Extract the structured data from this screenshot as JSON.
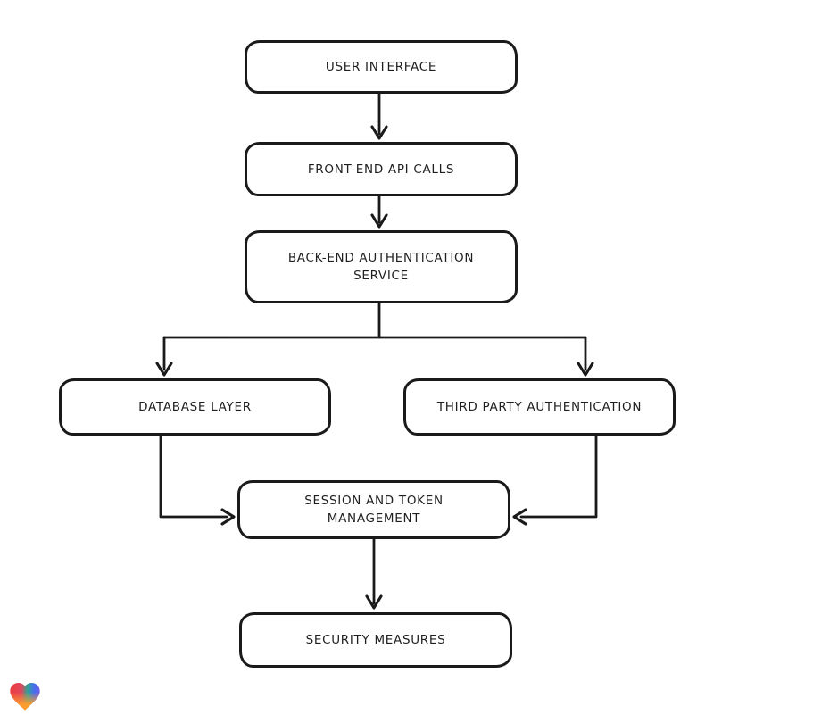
{
  "colors": {
    "bg": "#ffffff",
    "stroke": "#1a1a1a",
    "node-fill": "#ffffff",
    "text": "#1f1f1f"
  },
  "diagram": {
    "type": "flowchart",
    "nodes": [
      {
        "id": "user-interface",
        "label": "USER INTERFACE"
      },
      {
        "id": "front-end-api-calls",
        "label": "FRONT-END API CALLS"
      },
      {
        "id": "back-end-authentication-service",
        "label": "BACK-END AUTHENTICATION SERVICE"
      },
      {
        "id": "database-layer",
        "label": "DATABASE LAYER"
      },
      {
        "id": "third-party-authentication",
        "label": "THIRD PARTY AUTHENTICATION"
      },
      {
        "id": "session-and-token-management",
        "label": "SESSION AND TOKEN MANAGEMENT"
      },
      {
        "id": "security-measures",
        "label": "SECURITY MEASURES"
      }
    ],
    "edges": [
      {
        "from": "user-interface",
        "to": "front-end-api-calls",
        "arrow": "down"
      },
      {
        "from": "front-end-api-calls",
        "to": "back-end-authentication-service",
        "arrow": "down"
      },
      {
        "from": "back-end-authentication-service",
        "to": "database-layer",
        "arrow": "down"
      },
      {
        "from": "back-end-authentication-service",
        "to": "third-party-authentication",
        "arrow": "down"
      },
      {
        "from": "database-layer",
        "to": "session-and-token-management",
        "arrow": "right"
      },
      {
        "from": "third-party-authentication",
        "to": "session-and-token-management",
        "arrow": "left"
      },
      {
        "from": "session-and-token-management",
        "to": "security-measures",
        "arrow": "down"
      }
    ]
  },
  "logo": {
    "name": "gradient-heart",
    "gradient_horizontal": [
      "#ee3b3e",
      "#e0475e",
      "#2fa394",
      "#4a6cf0",
      "#6b5ce7"
    ],
    "gradient_bottom": "#ff9e2c"
  }
}
